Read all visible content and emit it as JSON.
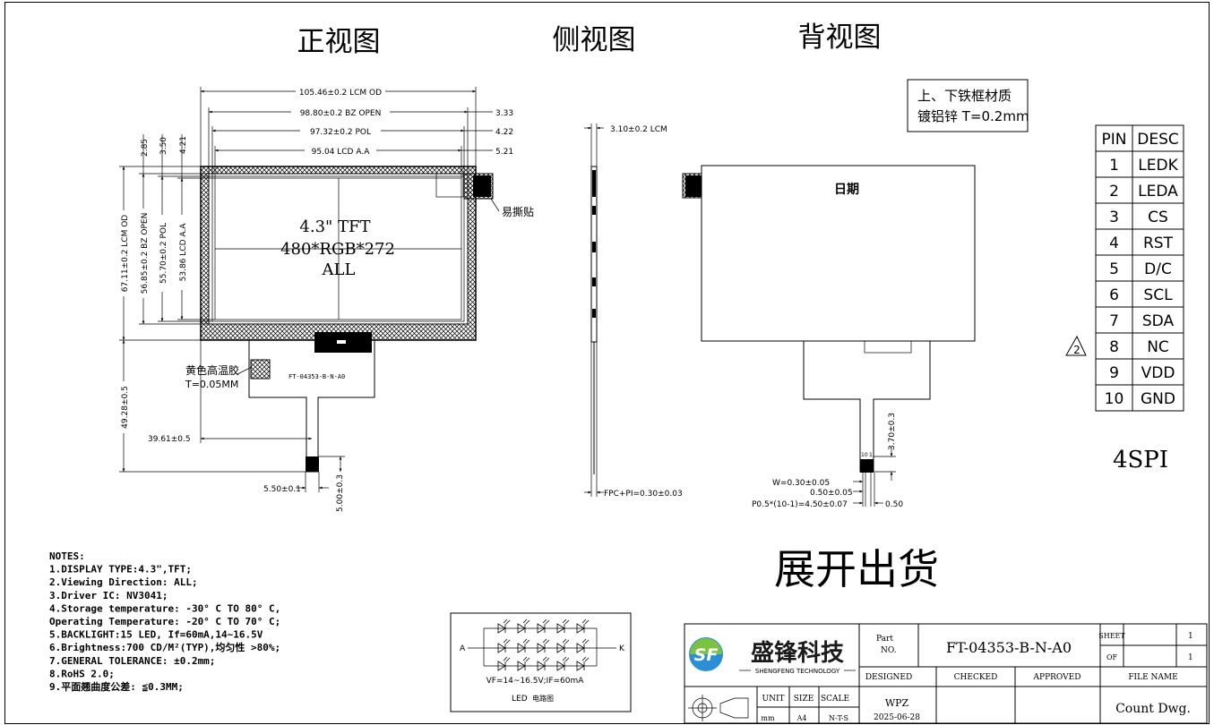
{
  "views": {
    "front_title": "正视图",
    "side_title": "侧视图",
    "back_title": "背视图"
  },
  "front": {
    "dim_lcm_od": "105.46±0.2 LCM OD",
    "dim_bz_open": "98.80±0.2 BZ OPEN",
    "dim_pol": "97.32±0.2 POL",
    "dim_lcd_aa": "95.04 LCD A.A",
    "dim_r1": "3.33",
    "dim_r2": "4.22",
    "dim_r3": "5.21",
    "dim_t1": "2.85",
    "dim_t2": "3.50",
    "dim_t3": "4.21",
    "dim_v_lcm": "67.11±0.2 LCM OD",
    "dim_v_bz": "56.85±0.2 BZ OPEN",
    "dim_v_pol": "55.70±0.2 POL",
    "dim_v_aa": "53.86 LCD A.A",
    "dim_fpc_len": "49.28±0.5",
    "dim_fpc_x": "39.61±0.5",
    "dim_fpc_w": "5.50±0.1",
    "dim_fpc_h": "5.00±0.3",
    "screen_line1": "4.3\" TFT",
    "screen_line2": "480*RGB*272",
    "screen_line3": "ALL",
    "peel_label": "易撕贴",
    "tape_label": "黄色高温胶",
    "tape_thickness": "T=0.05MM",
    "fpc_code": "FT-04353-B-N-A0"
  },
  "side": {
    "dim_lcm": "3.10±0.2 LCM",
    "dim_fpc": "FPC+PI=0.30±0.03"
  },
  "back": {
    "note_line1": "上、下铁框材质",
    "note_line2": "镀铝锌 T=0.2mm",
    "date_label": "日期",
    "dim_tail": "3.70±0.3",
    "dim_w": "W=0.30±0.05",
    "dim_gap": "0.50±0.05",
    "dim_pitch": "P0.5*(10-1)=4.50±0.07",
    "dim_end": "0.50",
    "pin_10": "10",
    "pin_1": "1"
  },
  "pins": {
    "headers": [
      "PIN",
      "DESC"
    ],
    "rows": [
      [
        "1",
        "LEDK"
      ],
      [
        "2",
        "LEDA"
      ],
      [
        "3",
        "CS"
      ],
      [
        "4",
        "RST"
      ],
      [
        "5",
        "D/C"
      ],
      [
        "6",
        "SCL"
      ],
      [
        "7",
        "SDA"
      ],
      [
        "8",
        "NC"
      ],
      [
        "9",
        "VDD"
      ],
      [
        "10",
        "GND"
      ]
    ],
    "rev_mark": "2",
    "interface": "4SPI"
  },
  "shipping": "展开出货",
  "notes": [
    "NOTES:",
    "1.DISPLAY TYPE:4.3\",TFT;",
    "2.Viewing Direction: ALL;",
    "3.Driver IC: NV3041;",
    "4.Storage temperature: -30° C TO 80° C,",
    "Operating Temperature: -20° C TO 70° C;",
    "5.BACKLIGHT:15 LED,   If=60mA,14~16.5V",
    "6.Brightness:700 CD/M²(TYP),均匀性 >80%;",
    "7.GENERAL TOLERANCE: ±0.2mm;",
    "8.RoHS 2.0;",
    "9.平面翘曲度公差: ≦0.3MM;"
  ],
  "led": {
    "anode": "A",
    "cathode": "K",
    "spec": "VF=14~16.5V;IF=60mA",
    "caption_en": "LED",
    "caption_cn": "电路图"
  },
  "titleblock": {
    "company_cn": "盛锋科技",
    "company_en": "SHENGFENG TECHNOLOGY",
    "logo_letters": "SF",
    "part_label1": "Part",
    "part_label2": "NO.",
    "part_no": "FT-04353-B-N-A0",
    "sheet_label": "SHEET",
    "sheet_no": "1",
    "of_label": "OF",
    "of_no": "1",
    "designed_label": "DESIGNED",
    "checked_label": "CHECKED",
    "approved_label": "APPROVED",
    "file_name_label": "FILE  NAME",
    "unit_label": "UNIT",
    "unit_value": "mm",
    "size_label": "SIZE",
    "size_value": "A4",
    "scale_label": "SCALE",
    "scale_value": "N-T-S",
    "designer": "WPZ",
    "date": "2025-06-28",
    "file_name": "Count Dwg."
  }
}
